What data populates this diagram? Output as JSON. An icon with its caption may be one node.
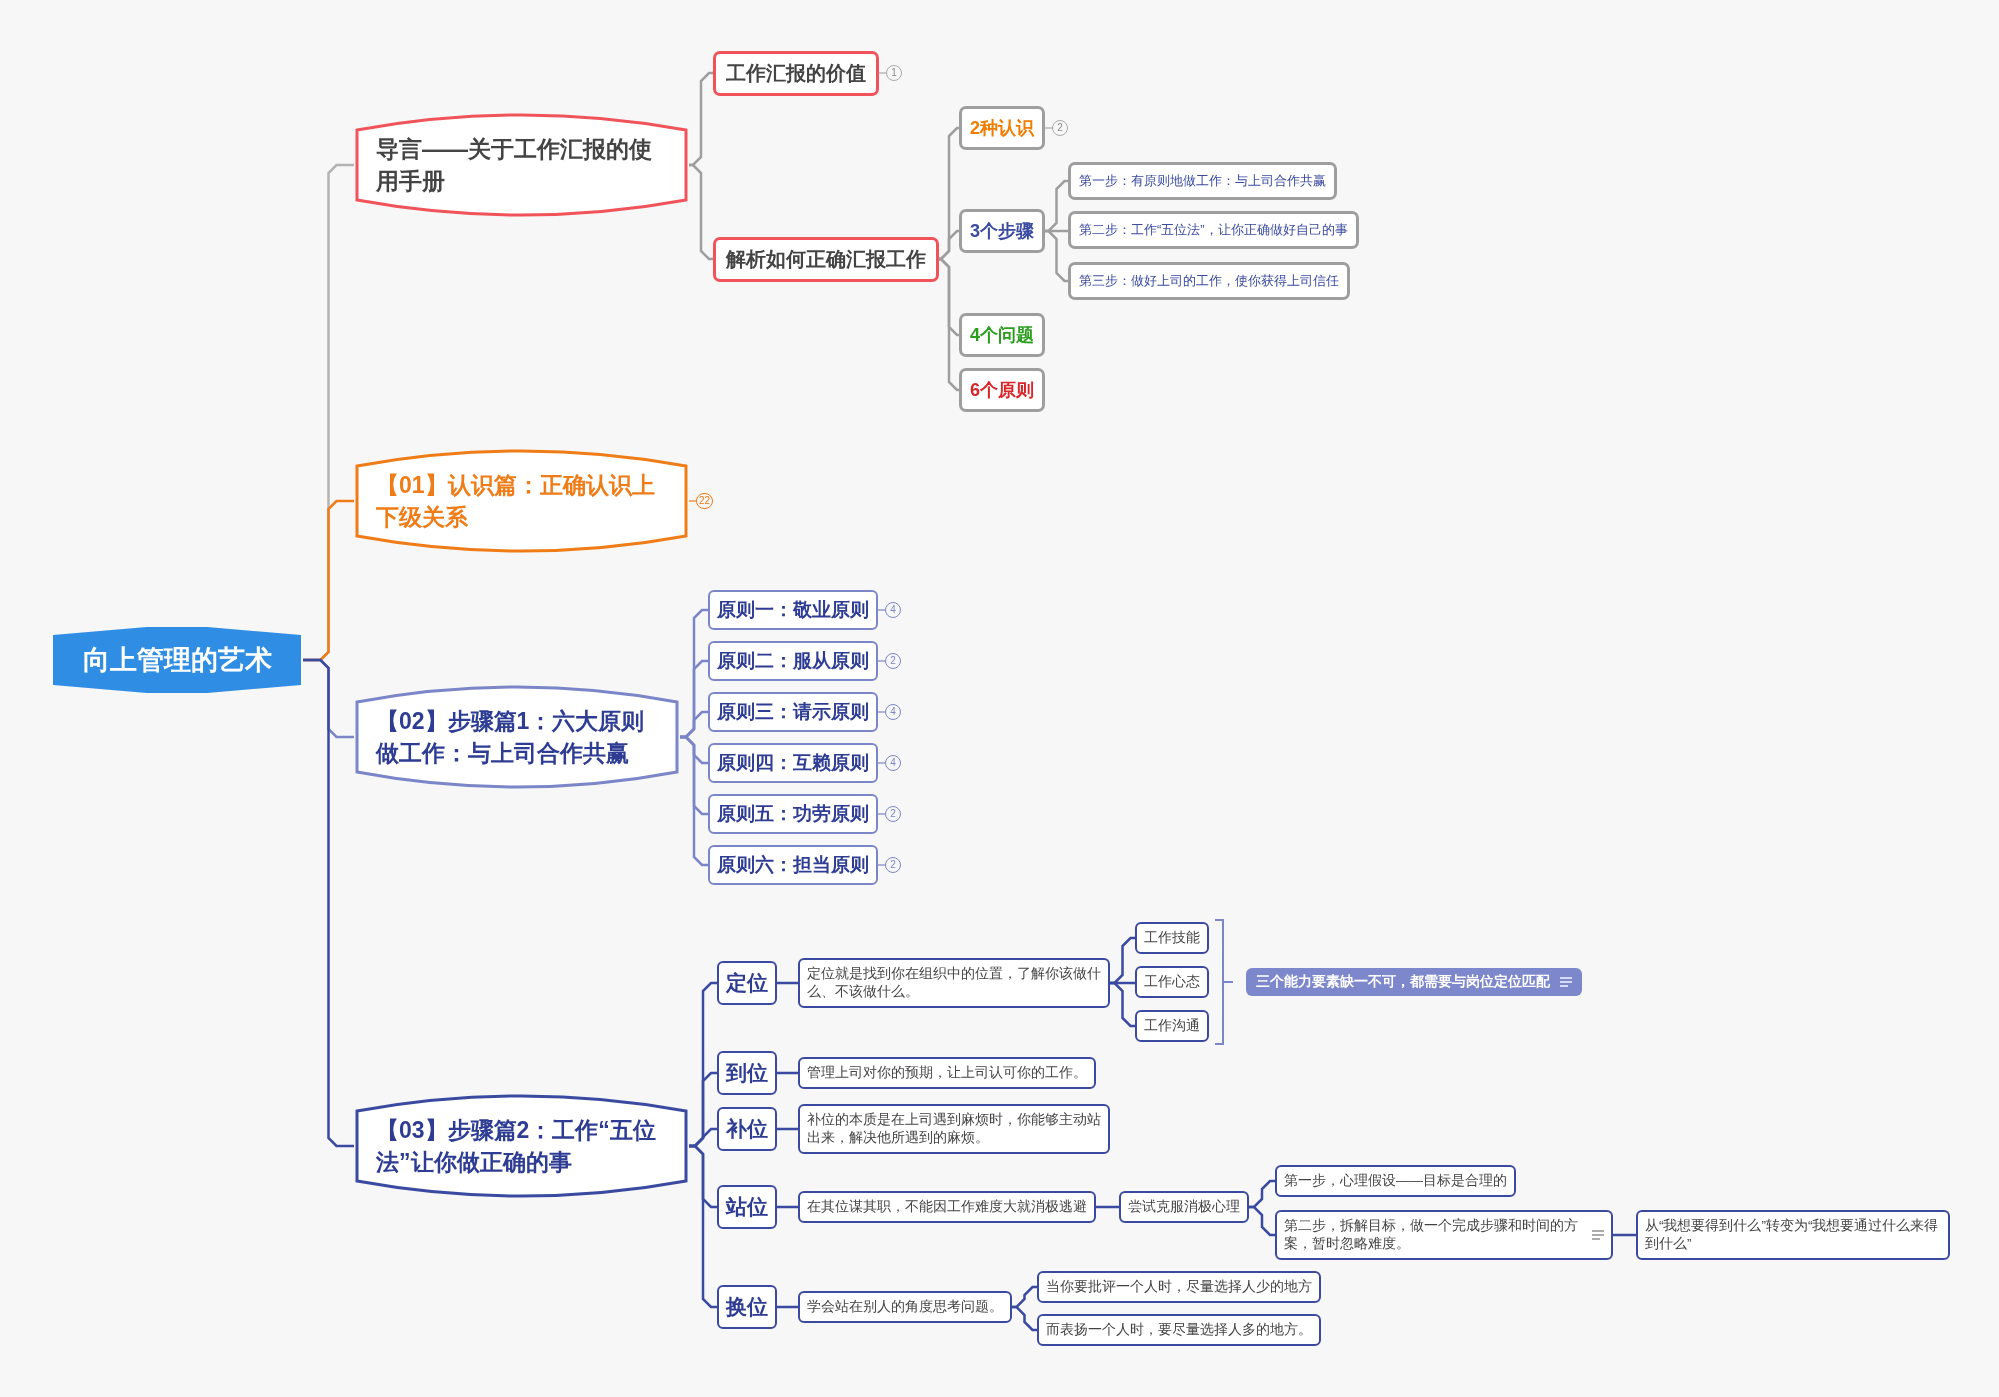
{
  "diagram": {
    "nodes": [
      {
        "text": [
          "向上管理的艺术"
        ]
      },
      {
        "text": [
          "导言——关于工作汇报的使用手册"
        ]
      },
      {
        "text": [
          "工作汇报的价值"
        ],
        "beside": [
          "1"
        ]
      },
      {
        "text": [
          "解析如何正确汇报工作"
        ]
      },
      {
        "text": [
          "2种认识"
        ],
        "beside": [
          "2"
        ]
      },
      {
        "text": [
          "3个步骤"
        ]
      },
      {
        "text": [
          "第一步：有原则地做工作：与上司合作共赢"
        ]
      },
      {
        "text": [
          "第二步：工作“五位法”，让你正确做好自己的事"
        ]
      },
      {
        "text": [
          "第三步：做好上司的工作，使你获得上司信任"
        ]
      },
      {
        "text": [
          "4个问题"
        ]
      },
      {
        "text": [
          "6个原则"
        ]
      },
      {
        "text": [
          "【01】认识篇：正确认识上下级关系"
        ],
        "beside": [
          "22"
        ]
      },
      {
        "text": [
          "【02】步骤篇1：六大原则做工作：与上司合作共赢"
        ]
      },
      {
        "text": [
          "原则一：敬业原则"
        ],
        "beside": [
          "4"
        ]
      },
      {
        "text": [
          "原则二：服从原则"
        ],
        "beside": [
          "2"
        ]
      },
      {
        "text": [
          "原则三：请示原则"
        ],
        "beside": [
          "4"
        ]
      },
      {
        "text": [
          "原则四：互赖原则"
        ],
        "beside": [
          "4"
        ]
      },
      {
        "text": [
          "原则五：功劳原则"
        ],
        "beside": [
          "2"
        ]
      },
      {
        "text": [
          "原则六：担当原则"
        ],
        "beside": [
          "2"
        ]
      },
      {
        "text": [
          "【03】步骤篇2：工作“五位法”让你做正确的事"
        ]
      },
      {
        "text": [
          "定位"
        ]
      },
      {
        "text": [
          "定位就是找到你在组织中的位置，了解你该做什么、不该做什么。"
        ]
      },
      {
        "text": [
          "工作技能"
        ]
      },
      {
        "text": [
          "工作心态"
        ]
      },
      {
        "text": [
          "工作沟通"
        ]
      },
      {
        "text": [
          "三个能力要素缺一不可，都需要与岗位定位匹配"
        ]
      },
      {
        "text": [
          "到位"
        ]
      },
      {
        "text": [
          "管理上司对你的预期，让上司认可你的工作。"
        ]
      },
      {
        "text": [
          "补位"
        ]
      },
      {
        "text": [
          "补位的本质是在上司遇到麻烦时，你能够主动站出来，解决他所遇到的麻烦。"
        ]
      },
      {
        "text": [
          "站位"
        ]
      },
      {
        "text": [
          "在其位谋其职，不能因工作难度大就消极逃避"
        ]
      },
      {
        "text": [
          "尝试克服消极心理"
        ]
      },
      {
        "text": [
          "第一步，心理假设——目标是合理的"
        ]
      },
      {
        "text": [
          "第二步，拆解目标，做一个完成步骤和时间的方案，暂时忽略难度。"
        ]
      },
      {
        "text": [
          "从“我想要得到什么”转变为“我想要通过什么来得到什么”"
        ]
      },
      {
        "text": [
          "换位"
        ]
      },
      {
        "text": [
          "学会站在别人的角度思考问题。"
        ]
      },
      {
        "text": [
          "当你要批评一个人时，尽量选择人少的地方"
        ]
      },
      {
        "text": [
          "而表扬一个人时，要尽量选择人多的地方。"
        ]
      }
    ],
    "edges": [
      {
        "from": 0,
        "to": 1,
        "arrow": "none",
        "color": "#b3b3b3"
      },
      {
        "from": 0,
        "to": 11,
        "arrow": "none",
        "color": "#f07c17"
      },
      {
        "from": 0,
        "to": 12,
        "arrow": "none",
        "color": "#7b86c8"
      },
      {
        "from": 0,
        "to": 19,
        "arrow": "none"
      },
      {
        "from": 1,
        "to": 2,
        "arrow": "none",
        "color": "#9e9e9e"
      },
      {
        "from": 1,
        "to": 3,
        "arrow": "none",
        "color": "#9e9e9e"
      },
      {
        "from": 3,
        "to": 4,
        "arrow": "none",
        "color": "#9e9e9e"
      },
      {
        "from": 3,
        "to": 5,
        "arrow": "none",
        "color": "#9e9e9e"
      },
      {
        "from": 3,
        "to": 9,
        "arrow": "none",
        "color": "#9e9e9e"
      },
      {
        "from": 3,
        "to": 10,
        "arrow": "none",
        "color": "#9e9e9e"
      },
      {
        "from": 5,
        "to": 6,
        "arrow": "none",
        "color": "#9e9e9e"
      },
      {
        "from": 5,
        "to": 7,
        "arrow": "none",
        "color": "#9e9e9e"
      },
      {
        "from": 5,
        "to": 8,
        "arrow": "none",
        "color": "#9e9e9e"
      },
      {
        "from": 12,
        "to": 13,
        "arrow": "none",
        "color": "#7b86c8"
      },
      {
        "from": 12,
        "to": 14,
        "arrow": "none",
        "color": "#7b86c8"
      },
      {
        "from": 12,
        "to": 15,
        "arrow": "none",
        "color": "#7b86c8"
      },
      {
        "from": 12,
        "to": 16,
        "arrow": "none",
        "color": "#7b86c8"
      },
      {
        "from": 12,
        "to": 17,
        "arrow": "none",
        "color": "#7b86c8"
      },
      {
        "from": 12,
        "to": 18,
        "arrow": "none",
        "color": "#7b86c8"
      },
      {
        "from": 19,
        "to": 20,
        "arrow": "none"
      },
      {
        "from": 19,
        "to": 26,
        "arrow": "none"
      },
      {
        "from": 19,
        "to": 28,
        "arrow": "none"
      },
      {
        "from": 19,
        "to": 30,
        "arrow": "none"
      },
      {
        "from": 19,
        "to": 36,
        "arrow": "none"
      },
      {
        "from": 20,
        "to": 21,
        "arrow": "none"
      },
      {
        "from": 21,
        "to": 22,
        "arrow": "none"
      },
      {
        "from": 21,
        "to": 23,
        "arrow": "none"
      },
      {
        "from": 21,
        "to": 24,
        "arrow": "none"
      },
      {
        "from": 26,
        "to": 27,
        "arrow": "none"
      },
      {
        "from": 28,
        "to": 29,
        "arrow": "none"
      },
      {
        "from": 30,
        "to": 31,
        "arrow": "none"
      },
      {
        "from": 31,
        "to": 32,
        "arrow": "none"
      },
      {
        "from": 32,
        "to": 33,
        "arrow": "none"
      },
      {
        "from": 32,
        "to": 34,
        "arrow": "none"
      },
      {
        "from": 34,
        "to": 35,
        "arrow": "none"
      },
      {
        "from": 36,
        "to": 37,
        "arrow": "none"
      },
      {
        "from": 37,
        "to": 38,
        "arrow": "none"
      },
      {
        "from": 37,
        "to": 39,
        "arrow": "none"
      }
    ]
  }
}
